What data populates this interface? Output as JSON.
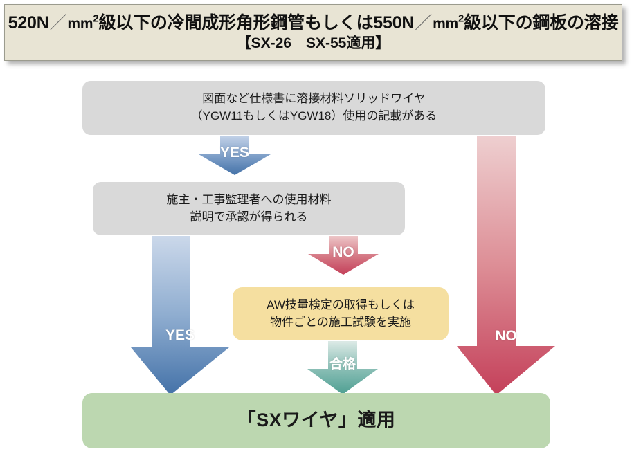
{
  "title": {
    "line1_prefix": "520N",
    "line1_unit1": "mm",
    "line1_sup1": "2",
    "line1_mid": "級以下の冷間成形角形鋼管もしくは550N",
    "line1_unit2": "mm",
    "line1_sup2": "2",
    "line1_suffix": "級以下の鋼板の溶接",
    "line2": "【SX-26　SX-55適用】",
    "slash": "／"
  },
  "nodes": {
    "spec": {
      "line1": "図面など仕様書に溶接材料ソリッドワイヤ",
      "line2": "（YGW11もしくはYGW18）使用の記載がある",
      "color": "#d9d9d9"
    },
    "approval": {
      "line1": "施主・工事監理者への使用材料",
      "line2": "説明で承認が得られる",
      "color": "#d9d9d9"
    },
    "test": {
      "line1": "AW技量検定の取得もしくは",
      "line2": "物件ごとの施工試験を実施",
      "color": "#f5dfa0"
    },
    "result": {
      "label": "「SXワイヤ」適用",
      "color": "#bcd7b0"
    }
  },
  "arrows": {
    "yes_1": {
      "label": "YES",
      "color": "#4472a8"
    },
    "no_1": {
      "label": "NO",
      "color": "#c4405a"
    },
    "yes_2": {
      "label": "YES",
      "color": "#4472a8"
    },
    "pass": {
      "label": "合格",
      "color": "#58a699"
    },
    "no_2": {
      "label": "NO",
      "color": "#c4405a"
    }
  },
  "colors": {
    "banner_background": "#e8e4d4",
    "banner_border": "#9b9b8e",
    "page_background": "#ffffff",
    "text": "#1a1a1a"
  }
}
